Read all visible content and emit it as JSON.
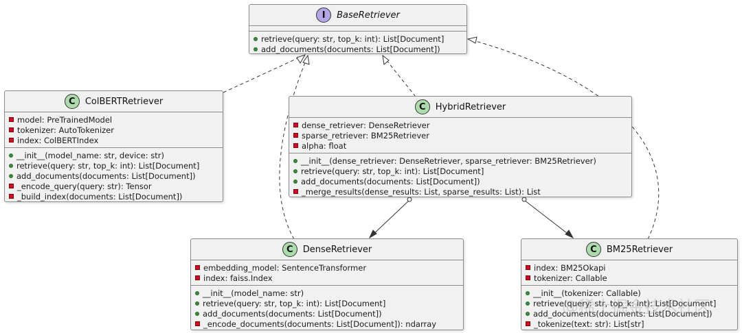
{
  "diagram": {
    "classes": {
      "base": {
        "stereotype": "I",
        "name": "BaseRetriever",
        "fields": [],
        "methods": [
          {
            "v": "public",
            "text": "retrieve(query: str, top_k: int): List[Document]"
          },
          {
            "v": "public",
            "text": "add_documents(documents: List[Document])"
          }
        ]
      },
      "colbert": {
        "stereotype": "C",
        "name": "ColBERTRetriever",
        "fields": [
          {
            "v": "private",
            "text": "model: PreTrainedModel"
          },
          {
            "v": "private",
            "text": "tokenizer: AutoTokenizer"
          },
          {
            "v": "private",
            "text": "index: ColBERTIndex"
          }
        ],
        "methods": [
          {
            "v": "public",
            "text": "__init__(model_name: str, device: str)"
          },
          {
            "v": "public",
            "text": "retrieve(query: str, top_k: int): List[Document]"
          },
          {
            "v": "public",
            "text": "add_documents(documents: List[Document])"
          },
          {
            "v": "private",
            "text": "_encode_query(query: str): Tensor"
          },
          {
            "v": "private",
            "text": "_build_index(documents: List[Document])"
          }
        ]
      },
      "hybrid": {
        "stereotype": "C",
        "name": "HybridRetriever",
        "fields": [
          {
            "v": "private",
            "text": "dense_retriever: DenseRetriever"
          },
          {
            "v": "private",
            "text": "sparse_retriever: BM25Retriever"
          },
          {
            "v": "private",
            "text": "alpha: float"
          }
        ],
        "methods": [
          {
            "v": "public",
            "text": "__init__(dense_retriever: DenseRetriever, sparse_retriever: BM25Retriever)"
          },
          {
            "v": "public",
            "text": "retrieve(query: str, top_k: int): List[Document]"
          },
          {
            "v": "public",
            "text": "add_documents(documents: List[Document])"
          },
          {
            "v": "private",
            "text": "_merge_results(dense_results: List, sparse_results: List): List"
          }
        ]
      },
      "dense": {
        "stereotype": "C",
        "name": "DenseRetriever",
        "fields": [
          {
            "v": "private",
            "text": "embedding_model: SentenceTransformer"
          },
          {
            "v": "private",
            "text": "index: faiss.Index"
          }
        ],
        "methods": [
          {
            "v": "public",
            "text": "__init__(model_name: str)"
          },
          {
            "v": "public",
            "text": "retrieve(query: str, top_k: int): List[Document]"
          },
          {
            "v": "public",
            "text": "add_documents(documents: List[Document])"
          },
          {
            "v": "private",
            "text": "_encode_documents(documents: List[Document]): ndarray"
          }
        ]
      },
      "bm25": {
        "stereotype": "C",
        "name": "BM25Retriever",
        "fields": [
          {
            "v": "private",
            "text": "index: BM25Okapi"
          },
          {
            "v": "private",
            "text": "tokenizer: Callable"
          }
        ],
        "methods": [
          {
            "v": "public",
            "text": "__init__(tokenizer: Callable)"
          },
          {
            "v": "public",
            "text": "retrieve(query: str, top_k: int): List[Document]"
          },
          {
            "v": "public",
            "text": "add_documents(documents: List[Document])"
          },
          {
            "v": "private",
            "text": "_tokenize(text: str): List[str]"
          }
        ]
      }
    },
    "relations": [
      {
        "from": "colbert",
        "to": "base",
        "kind": "realization"
      },
      {
        "from": "dense",
        "to": "base",
        "kind": "realization"
      },
      {
        "from": "hybrid",
        "to": "base",
        "kind": "realization"
      },
      {
        "from": "bm25",
        "to": "base",
        "kind": "realization"
      },
      {
        "from": "hybrid",
        "to": "dense",
        "kind": "aggregation"
      },
      {
        "from": "hybrid",
        "to": "bm25",
        "kind": "aggregation"
      }
    ],
    "colors": {
      "class_fill": "#f1f1f1",
      "class_border": "#8a8a8a",
      "class_badge": "#addbad",
      "interface_badge": "#b4a7e5",
      "public_marker": "#3a8a3a",
      "private_marker": "#c8102e",
      "edge": "#333333"
    },
    "watermark": "@稀土掘金技术社区"
  }
}
